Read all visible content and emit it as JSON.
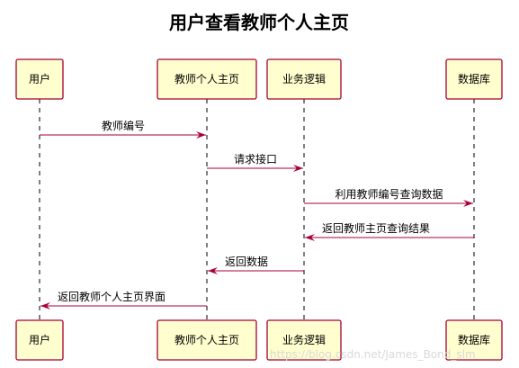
{
  "title": "用户查看教师个人主页",
  "participants": [
    {
      "id": "user",
      "label": "用户"
    },
    {
      "id": "teacher_home",
      "label": "教师个人主页"
    },
    {
      "id": "logic",
      "label": "业务逻辑"
    },
    {
      "id": "db",
      "label": "数据库"
    }
  ],
  "messages": [
    {
      "from": "user",
      "to": "teacher_home",
      "label": "教师编号"
    },
    {
      "from": "teacher_home",
      "to": "logic",
      "label": "请求接口"
    },
    {
      "from": "logic",
      "to": "db",
      "label": "利用教师编号查询数据"
    },
    {
      "from": "db",
      "to": "logic",
      "label": "返回教师主页查询结果"
    },
    {
      "from": "logic",
      "to": "teacher_home",
      "label": "返回数据"
    },
    {
      "from": "teacher_home",
      "to": "user",
      "label": "返回教师个人主页界面"
    }
  ],
  "watermark": "https://blog.csdn.net/James_Bond_slm",
  "colors": {
    "box_fill": "#fefece",
    "border": "#a80036",
    "lifeline": "#000000"
  }
}
